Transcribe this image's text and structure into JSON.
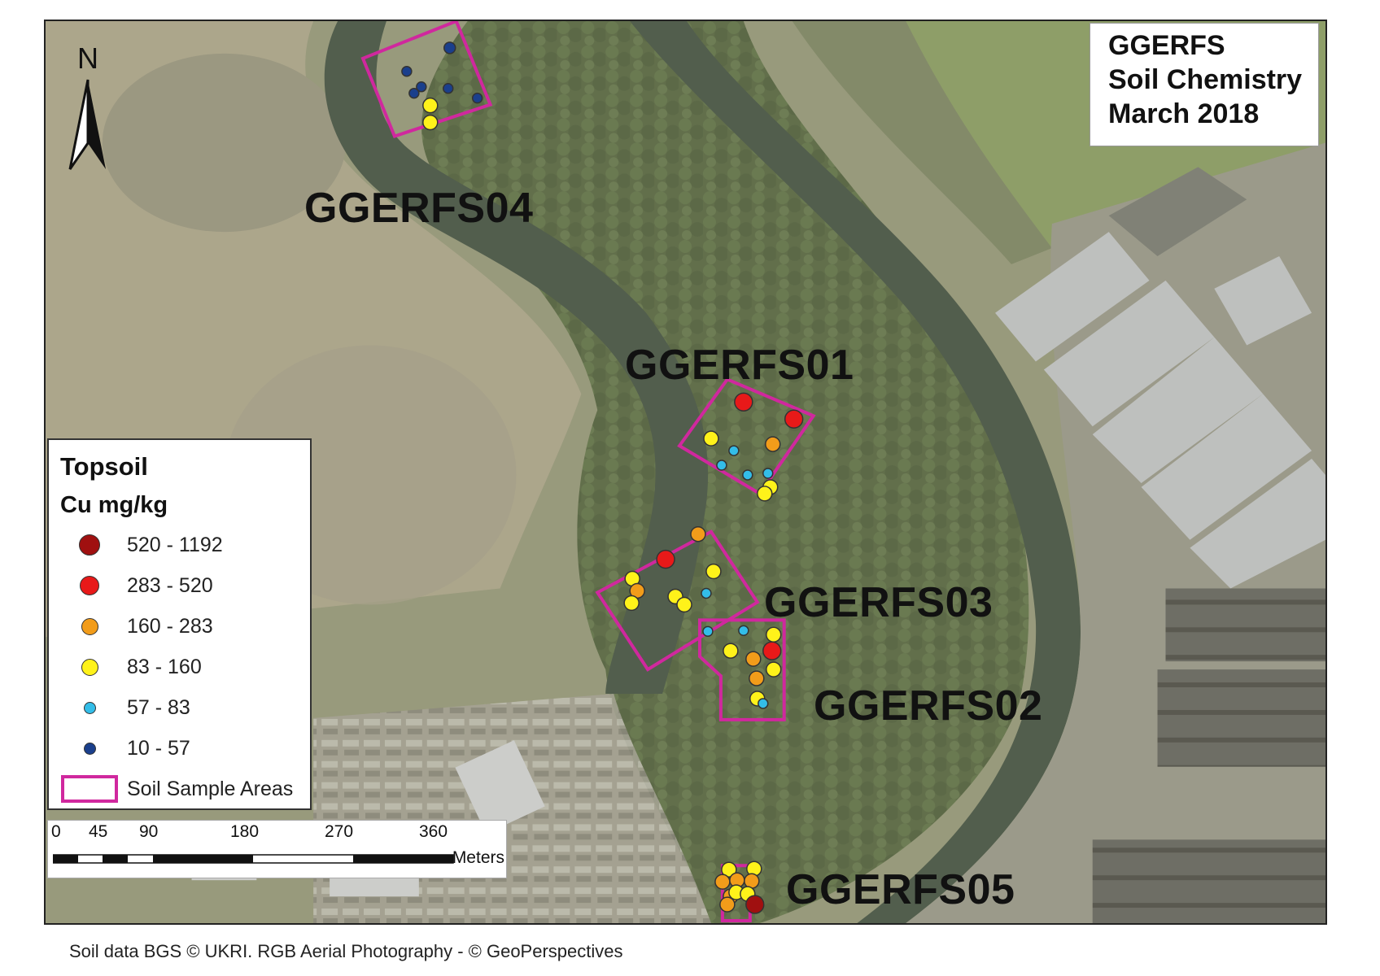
{
  "title": {
    "line1": "GGERFS",
    "line2": "Soil Chemistry",
    "line3": "March 2018"
  },
  "north_label": "N",
  "site_labels": {
    "s04": "GGERFS04",
    "s01": "GGERFS01",
    "s03": "GGERFS03",
    "s02": "GGERFS02",
    "s05": "GGERFS05"
  },
  "legend": {
    "title": "Topsoil",
    "subtitle": "Cu mg/kg",
    "classes": [
      {
        "label": "520 - 1192",
        "color": "#a01010"
      },
      {
        "label": "283 - 520",
        "color": "#e81919"
      },
      {
        "label": "160 - 283",
        "color": "#f29c1a"
      },
      {
        "label": "83 - 160",
        "color": "#fff21a"
      },
      {
        "label": "57 - 83",
        "color": "#33bde8"
      },
      {
        "label": "10 - 57",
        "color": "#1a3f8c"
      }
    ],
    "area_label": "Soil Sample Areas",
    "area_color": "#d0289e"
  },
  "scale_bar": {
    "ticks": [
      "0",
      "45",
      "90",
      "180",
      "270",
      "360"
    ],
    "unit": "Meters"
  },
  "credit": "Soil data BGS © UKRI. RGB Aerial Photography - © GeoPerspectives"
}
